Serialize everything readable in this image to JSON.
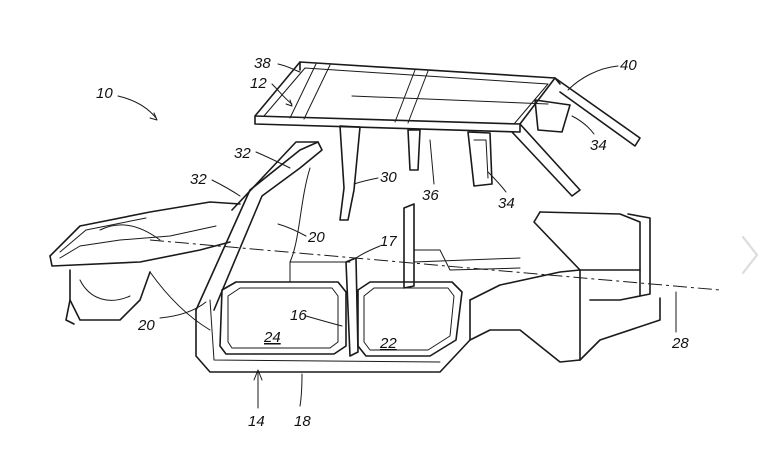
{
  "figure": {
    "labels": {
      "l10": "10",
      "l12": "12",
      "l14": "14",
      "l16": "16",
      "l17": "17",
      "l18": "18",
      "l20a": "20",
      "l20b": "20",
      "l22": "22",
      "l24": "24",
      "l28": "28",
      "l30": "30",
      "l32a": "32",
      "l32b": "32",
      "l34a": "34",
      "l34b": "34",
      "l36": "36",
      "l38": "38",
      "l40": "40"
    }
  },
  "ui": {
    "next_arrow_icon": "chevron-right-icon"
  }
}
